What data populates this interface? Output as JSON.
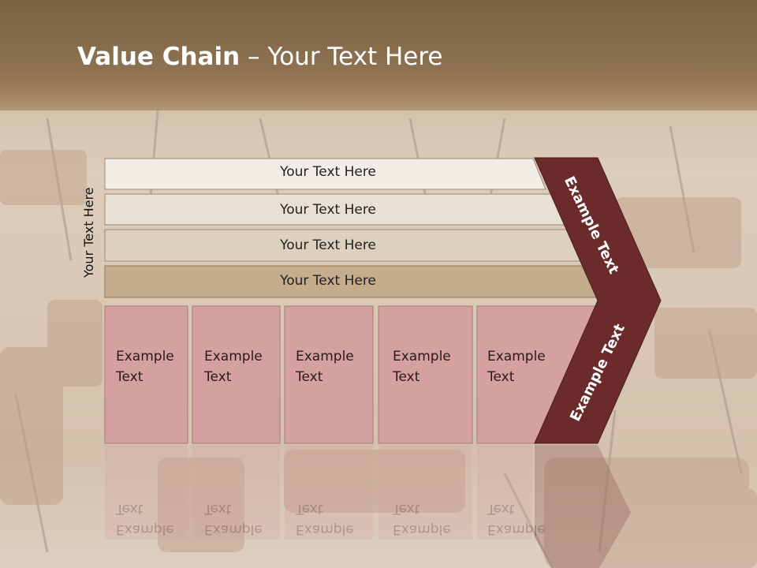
{
  "slide": {
    "title_bold": "Value Chain",
    "title_rest": " – Your Text Here",
    "vertical_label": "Your Text Here"
  },
  "bars": [
    {
      "label": "Your Text Here",
      "color": "#f2ede6"
    },
    {
      "label": "Your Text Here",
      "color": "#e8e0d3"
    },
    {
      "label": "Your Text Here",
      "color": "#ddd0bc"
    },
    {
      "label": "Your Text Here",
      "color": "#c5ac8c"
    }
  ],
  "cells": [
    {
      "line1": "Example",
      "line2": "Text"
    },
    {
      "line1": "Example",
      "line2": "Text"
    },
    {
      "line1": "Example",
      "line2": "Text"
    },
    {
      "line1": "Example",
      "line2": "Text"
    },
    {
      "line1": "Example",
      "line2": "Text"
    }
  ],
  "chevron": {
    "upper_label": "Example Text",
    "lower_label": "Example Text",
    "color": "#6b2b2b"
  },
  "colors": {
    "cell_fill": "#d4a0a0",
    "cell_border": "#a87878"
  }
}
